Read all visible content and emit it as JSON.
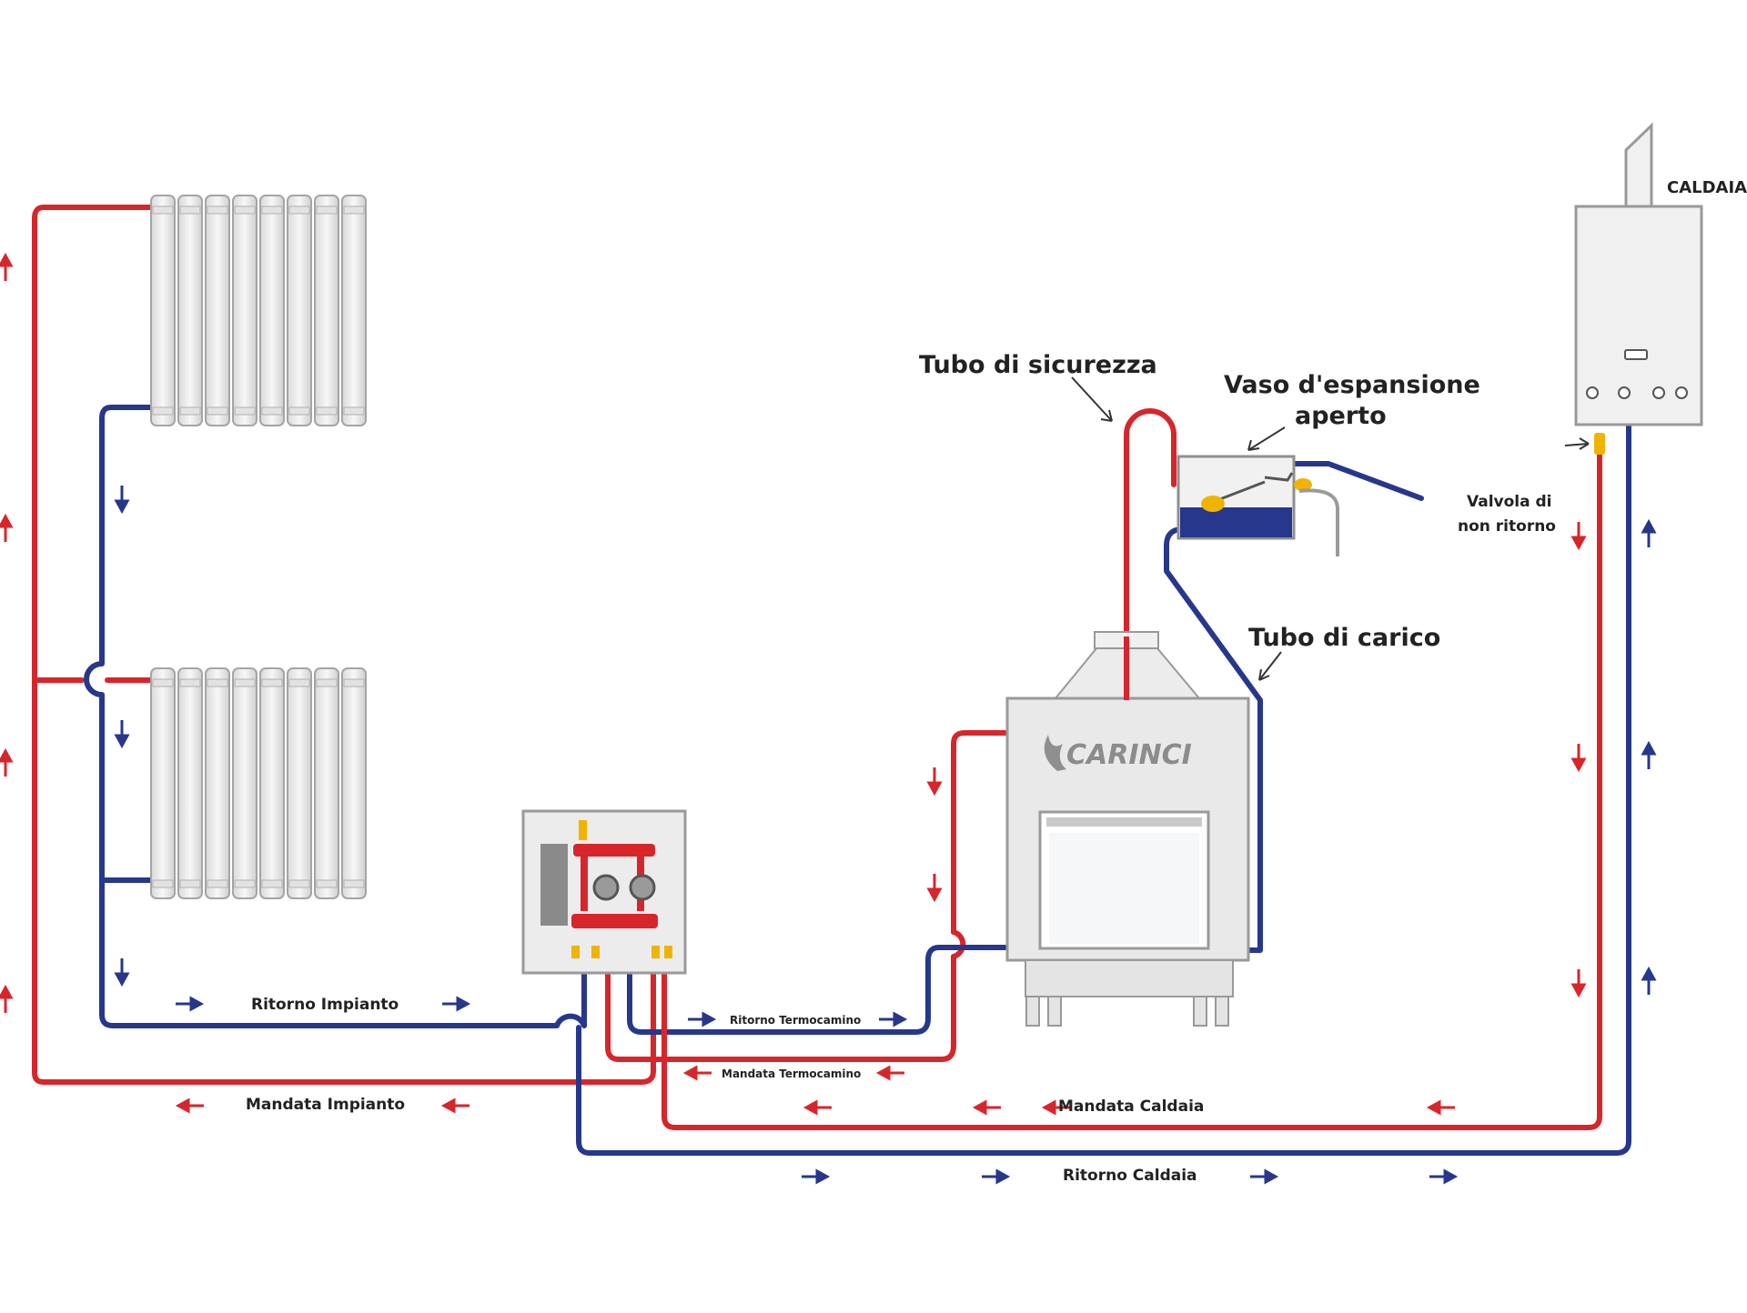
{
  "labels": {
    "caldaia": "CALDAIA",
    "tubo_sicurezza": "Tubo di sicurezza",
    "vaso_line1": "Vaso d'espansione",
    "vaso_line2": "aperto",
    "valvola_line1": "Valvola di",
    "valvola_line2": "non ritorno",
    "tubo_carico": "Tubo di carico",
    "brand": "CARINCI",
    "ritorno_impianto": "Ritorno Impianto",
    "mandata_impianto": "Mandata Impianto",
    "ritorno_termocamino": "Ritorno Termocamino",
    "mandata_termocamino": "Mandata Termocamino",
    "mandata_caldaia": "Mandata Caldaia",
    "ritorno_caldaia": "Ritorno Caldaia"
  },
  "colors": {
    "supply": "#d7262b",
    "return": "#27378c",
    "outline": "#8f8f8f",
    "panel": "#e8e8e8",
    "water": "#27378c",
    "valve": "#f0b400"
  },
  "icons": [
    "flow-arrow-icon",
    "radiator-icon",
    "boiler-icon",
    "fireplace-icon",
    "pump-icon",
    "valve-icon"
  ]
}
